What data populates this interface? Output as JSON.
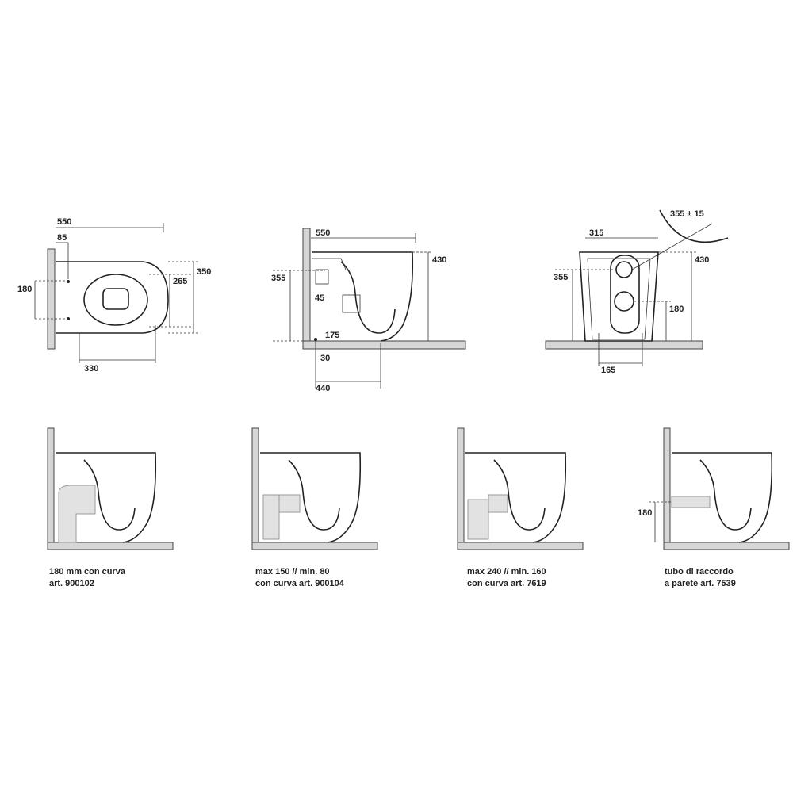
{
  "top_plan": {
    "d_550": "550",
    "d_85": "85",
    "d_180": "180",
    "d_265": "265",
    "d_350": "350",
    "d_330": "330"
  },
  "top_side": {
    "d_550": "550",
    "d_430": "430",
    "d_355": "355",
    "d_45": "45",
    "d_175": "175",
    "d_30": "30",
    "d_440": "440"
  },
  "top_rear": {
    "d_355_15": "355 ± 15",
    "d_315": "315",
    "d_430": "430",
    "d_355": "355",
    "d_180": "180",
    "d_165": "165"
  },
  "variants": [
    {
      "line1": "180 mm con curva",
      "line2": "art. 900102"
    },
    {
      "line1": "max 150 // min. 80",
      "line2": "con curva art. 900104"
    },
    {
      "line1": "max 240 // min. 160",
      "line2": "con curva art. 7619"
    },
    {
      "line1": "tubo di raccordo",
      "line2": "a parete art. 7539",
      "dim": "180"
    }
  ]
}
